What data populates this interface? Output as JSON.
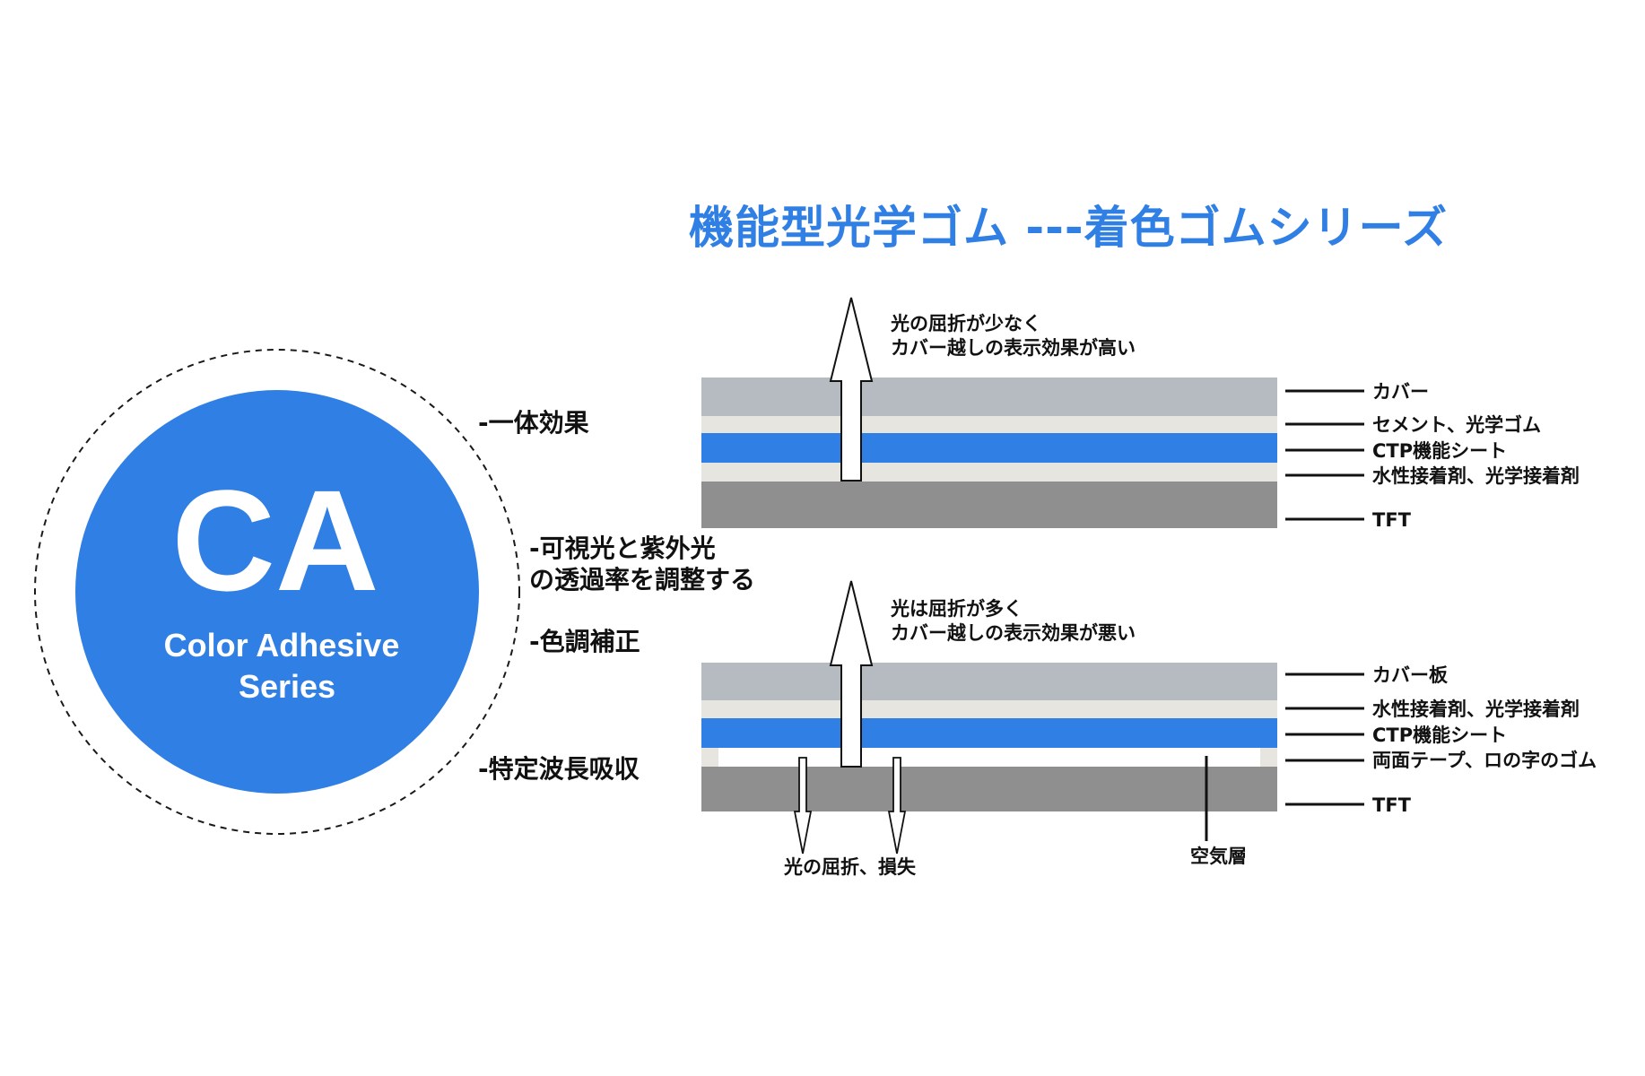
{
  "title": "機能型光学ゴム ---着色ゴムシリーズ",
  "logo": {
    "main": "CA",
    "sub_line1": "Color Adhesive",
    "sub_line2": "Series"
  },
  "features": [
    "-一体効果",
    "-可視光と紫外光",
    "の透過率を調整する",
    "-色調補正",
    "-特定波長吸収"
  ],
  "top_diagram": {
    "note_line1": "光の屈折が少なく",
    "note_line2": "カバー越しの表示効果が高い",
    "layers": [
      "カバー",
      "セメント、光学ゴム",
      "CTP機能シート",
      "水性接着剤、光学接着剤",
      "TFT"
    ]
  },
  "bottom_diagram": {
    "note_line1": "光は屈折が多く",
    "note_line2": "カバー越しの表示効果が悪い",
    "layers": [
      "カバー板",
      "水性接着剤、光学接着剤",
      "CTP機能シート",
      "両面テープ、ロの字のゴム",
      "TFT"
    ],
    "loss_label": "光の屈折、損失",
    "air_label": "空気層"
  },
  "colors": {
    "accent_blue": "#2f7fe4",
    "cover_gray": "#b6bbc1",
    "adhesive_cream": "#e6e5df",
    "tft_gray": "#8f8f8f"
  }
}
